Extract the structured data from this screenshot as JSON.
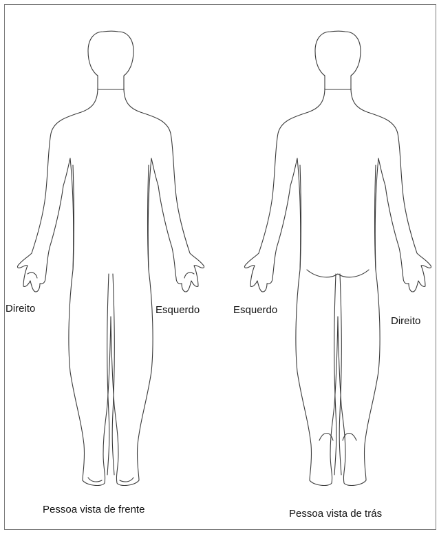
{
  "front": {
    "right_label": "Direito",
    "left_label": "Esquerdo",
    "caption": "Pessoa vista de frente"
  },
  "back": {
    "left_label": "Esquerdo",
    "right_label": "Direito",
    "caption": "Pessoa vista de trás"
  }
}
